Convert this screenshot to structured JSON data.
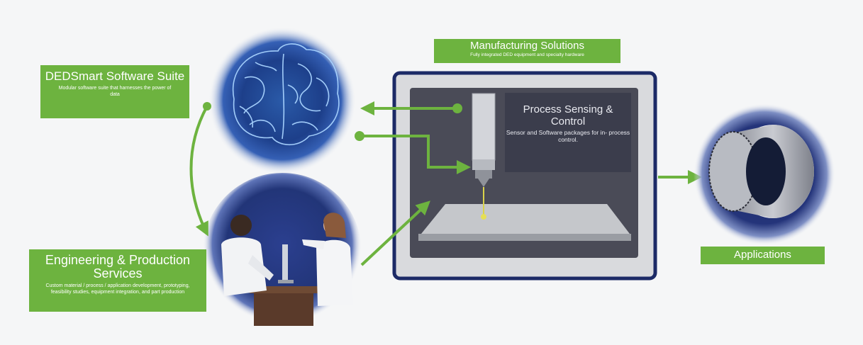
{
  "ded_smart": {
    "title": "DEDSmart Software Suite",
    "desc": "Modular software suite that harnesses the power of data",
    "icon": "brain-icon"
  },
  "engineering": {
    "title": "Engineering & Production Services",
    "desc": "Custom material / process / application development, prototyping, feasibility studies, equipment integration, and part production",
    "icon": "engineers-icon"
  },
  "manufacturing": {
    "title": "Manufacturing Solutions",
    "desc": "Fully integrated DED equipment and specialty hardware"
  },
  "process_sensing": {
    "title": "Process Sensing & Control",
    "desc": "Sensor and Software packages for in- process control."
  },
  "applications": {
    "title": "Applications",
    "icon": "cylinder-part-icon"
  },
  "colors": {
    "accent_green": "#6db33f",
    "navy": "#1c2a66",
    "panel_dark": "#3b3d4c",
    "background": "#f5f6f7"
  }
}
